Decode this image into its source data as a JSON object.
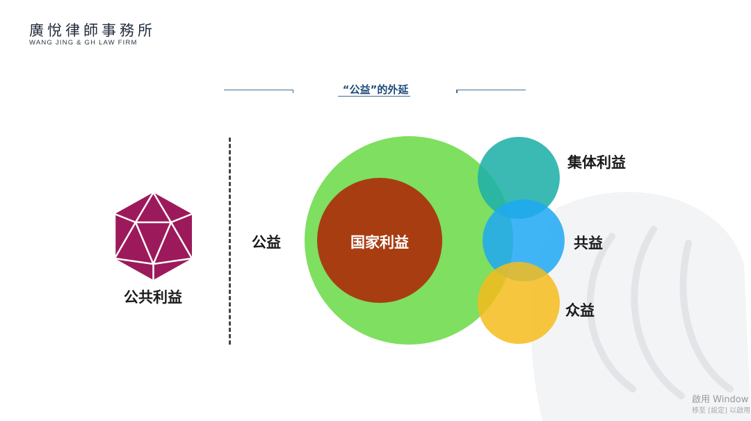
{
  "logo": {
    "name_cn": "廣悅律師事務所",
    "name_en": "WANG JING & GH LAW FIRM"
  },
  "section_title": "“公益”的外延",
  "left": {
    "label": "公共利益"
  },
  "diagram": {
    "outer_label": "公益",
    "inner_label": "国家利益",
    "satellites": [
      {
        "label": "集体利益",
        "color": "#1fb0a8"
      },
      {
        "label": "共益",
        "color": "#1ea8f5"
      },
      {
        "label": "众益",
        "color": "#f5bc1c"
      }
    ],
    "outer_color": "#77dd57",
    "inner_color": "#a83d12",
    "icon_color": "#9c1a5b"
  },
  "watermark_os": {
    "line1": "啟用 Window",
    "line2": "移至 [設定] 以啟用"
  }
}
